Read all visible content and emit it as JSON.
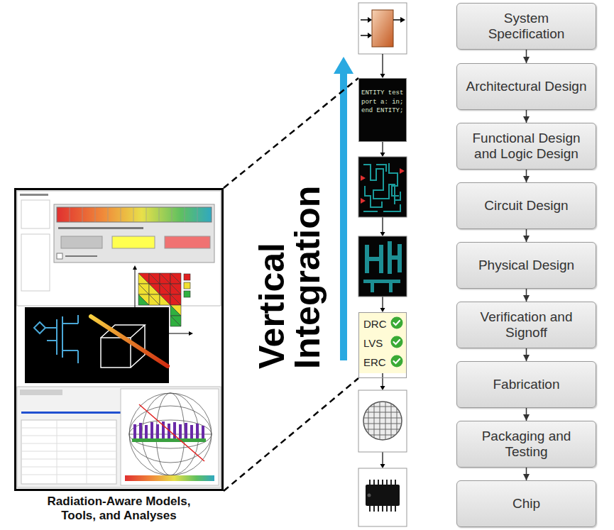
{
  "diagram": {
    "nodes": [
      {
        "text": [
          "Radiation-Aware Models, Tools, and Analyses"
        ]
      },
      {
        "text": [
          "ENTITY test port a: in; end ENTITY;"
        ]
      },
      {
        "text": [
          "DRC",
          "LVS",
          "ERC"
        ]
      },
      {
        "text": [
          "System Specification"
        ]
      },
      {
        "text": [
          "Architectural Design"
        ]
      },
      {
        "text": [
          "Functional Design and Logic Design"
        ]
      },
      {
        "text": [
          "Circuit Design"
        ]
      },
      {
        "text": [
          "Physical Design"
        ]
      },
      {
        "text": [
          "Verification and Signoff"
        ]
      },
      {
        "text": [
          "Fabrication"
        ]
      },
      {
        "text": [
          "Packaging and Testing"
        ]
      },
      {
        "text": [
          "Chip"
        ]
      }
    ],
    "edges": [
      {
        "from": 0,
        "to": 1,
        "arrow": "none"
      },
      {
        "from": 0,
        "to": 2,
        "arrow": "none"
      },
      {
        "from": 3,
        "to": 4,
        "arrow": "to"
      },
      {
        "from": 4,
        "to": 5,
        "arrow": "to"
      },
      {
        "from": 5,
        "to": 6,
        "arrow": "to"
      },
      {
        "from": 6,
        "to": 7,
        "arrow": "to"
      },
      {
        "from": 7,
        "to": 8,
        "arrow": "to"
      },
      {
        "from": 8,
        "to": 9,
        "arrow": "to"
      },
      {
        "from": 9,
        "to": 10,
        "arrow": "to"
      },
      {
        "from": 10,
        "to": 11,
        "arrow": "to"
      }
    ],
    "labels": [
      "Vertical Integration"
    ]
  }
}
